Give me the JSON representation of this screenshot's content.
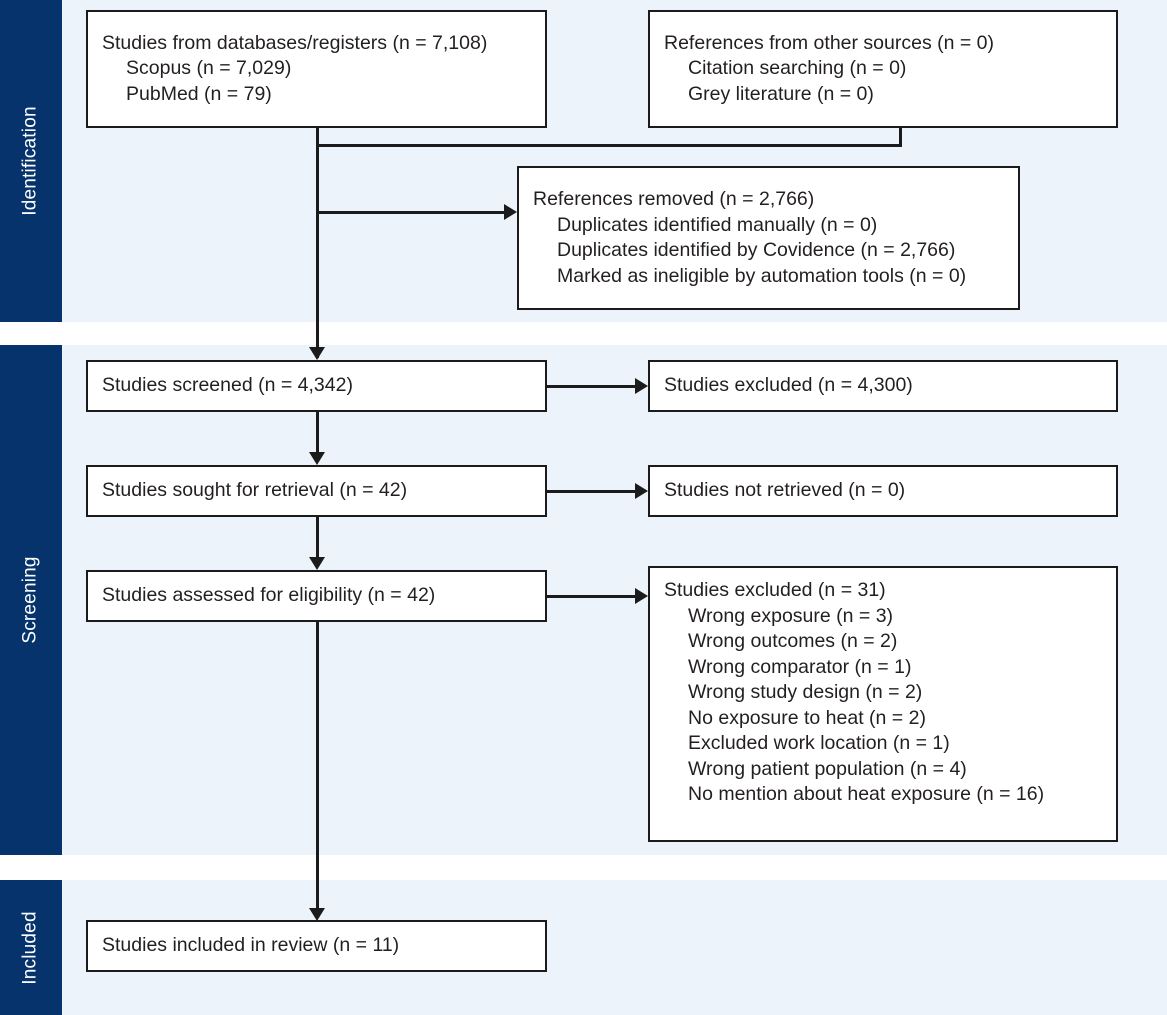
{
  "diagram": {
    "type": "prisma-flow-diagram",
    "colors": {
      "stage_band_navy": "#06336B",
      "section_background": "#EDF3FB",
      "box_border": "#1B1B1B",
      "box_fill": "#FFFFFF",
      "text": "#231F20",
      "page_background": "#FFFFFF"
    }
  },
  "stages": {
    "identification": "Identification",
    "screening": "Screening",
    "included": "Included"
  },
  "boxes": {
    "databases": {
      "lines": [
        {
          "text": "Studies from databases/registers (n = 7,108)",
          "indent": false
        },
        {
          "text": "Scopus (n = 7,029)",
          "indent": true
        },
        {
          "text": "PubMed (n = 79)",
          "indent": true
        }
      ]
    },
    "other_sources": {
      "lines": [
        {
          "text": "References from other sources (n = 0)",
          "indent": false
        },
        {
          "text": "Citation searching (n = 0)",
          "indent": true
        },
        {
          "text": "Grey literature (n = 0)",
          "indent": true
        }
      ]
    },
    "references_removed": {
      "lines": [
        {
          "text": "References removed (n = 2,766)",
          "indent": false
        },
        {
          "text": "Duplicates identified manually (n = 0)",
          "indent": true
        },
        {
          "text": "Duplicates identified by Covidence (n = 2,766)",
          "indent": true
        },
        {
          "text": "Marked as ineligible by automation tools (n = 0)",
          "indent": true
        }
      ]
    },
    "screened": {
      "lines": [
        {
          "text": "Studies screened (n = 4,342)",
          "indent": false
        }
      ]
    },
    "screened_excluded": {
      "lines": [
        {
          "text": "Studies excluded (n = 4,300)",
          "indent": false
        }
      ]
    },
    "sought_retrieval": {
      "lines": [
        {
          "text": "Studies sought for retrieval (n = 42)",
          "indent": false
        }
      ]
    },
    "not_retrieved": {
      "lines": [
        {
          "text": "Studies not retrieved (n = 0)",
          "indent": false
        }
      ]
    },
    "assessed_eligibility": {
      "lines": [
        {
          "text": "Studies assessed for eligibility (n = 42)",
          "indent": false
        }
      ]
    },
    "eligibility_excluded": {
      "lines": [
        {
          "text": "Studies excluded (n = 31)",
          "indent": false
        },
        {
          "text": "Wrong exposure (n = 3)",
          "indent": true
        },
        {
          "text": "Wrong outcomes (n = 2)",
          "indent": true
        },
        {
          "text": "Wrong comparator (n = 1)",
          "indent": true
        },
        {
          "text": "Wrong study design (n = 2)",
          "indent": true
        },
        {
          "text": "No exposure to heat (n = 2)",
          "indent": true
        },
        {
          "text": "Excluded work location (n = 1)",
          "indent": true
        },
        {
          "text": "Wrong patient population (n = 4)",
          "indent": true
        },
        {
          "text": "No mention about heat exposure (n = 16)",
          "indent": true
        }
      ]
    },
    "included_review": {
      "lines": [
        {
          "text": "Studies included in review (n = 11)",
          "indent": false
        }
      ]
    }
  },
  "counts": {
    "databases_total": 7108,
    "scopus": 7029,
    "pubmed": 79,
    "other_sources_total": 0,
    "citation_searching": 0,
    "grey_literature": 0,
    "references_removed_total": 2766,
    "duplicates_manual": 0,
    "duplicates_covidence": 2766,
    "ineligible_automation": 0,
    "screened": 4342,
    "screened_excluded": 4300,
    "sought_retrieval": 42,
    "not_retrieved": 0,
    "assessed_eligibility": 42,
    "eligibility_excluded_total": 31,
    "wrong_exposure": 3,
    "wrong_outcomes": 2,
    "wrong_comparator": 1,
    "wrong_study_design": 2,
    "no_exposure_to_heat": 2,
    "excluded_work_location": 1,
    "wrong_patient_population": 4,
    "no_mention_heat_exposure": 16,
    "included_in_review": 11
  }
}
